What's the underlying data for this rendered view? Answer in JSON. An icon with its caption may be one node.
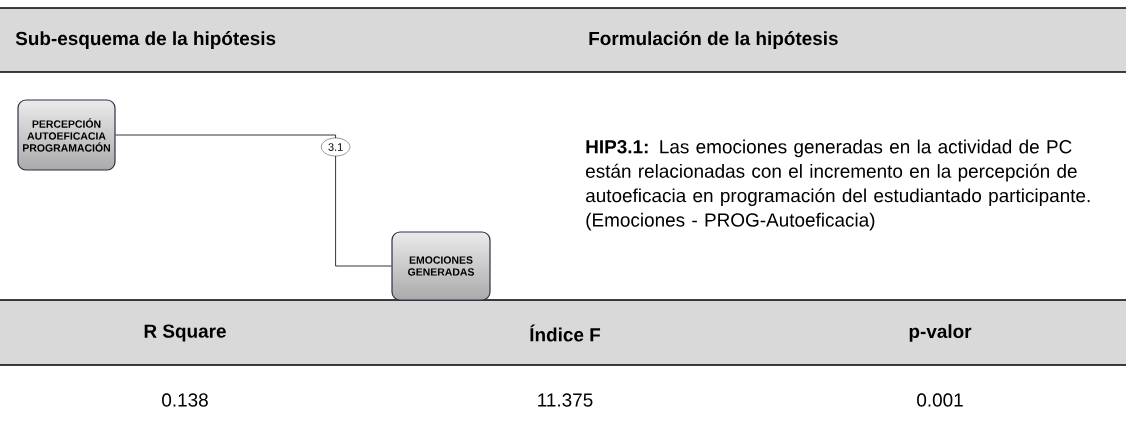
{
  "diagram": {
    "nodes": [
      {
        "text": [
          "PERCEPCIÓN AUTOEFICACIA PROGRAMACIÓN"
        ]
      },
      {
        "text": [
          "EMOCIONES GENERADAS"
        ]
      }
    ],
    "edges": [
      {
        "from": 0,
        "to": 1,
        "arrow": "none",
        "label": "3.1"
      }
    ],
    "labels": [
      "Sub-esquema de la hipótesis",
      "Formulación de la hipótesis",
      "**HIP3.1:** Las emociones generadas en la actividad de PC están relacionadas con el incremento en la percepción de autoeficacia en programación del estudiantado participante. (Emociones - PROG-Autoeficacia)",
      "R Square",
      "Índice F",
      "p-valor",
      "0.138",
      "11.375",
      "0.001"
    ]
  }
}
